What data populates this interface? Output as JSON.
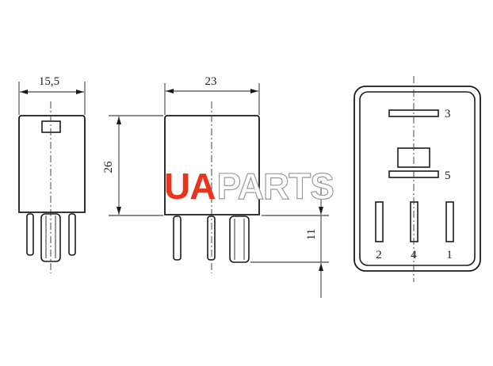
{
  "dimensions": {
    "width_side": "15,5",
    "width_front": "23",
    "height_body": "26",
    "pin_length": "11"
  },
  "pin_labels": {
    "pin3": "3",
    "pin5": "5",
    "pin2": "2",
    "pin4": "4",
    "pin1": "1"
  },
  "watermark": {
    "part1": "UA",
    "part2": "PARTS",
    "color_accent": "#e8351e"
  }
}
